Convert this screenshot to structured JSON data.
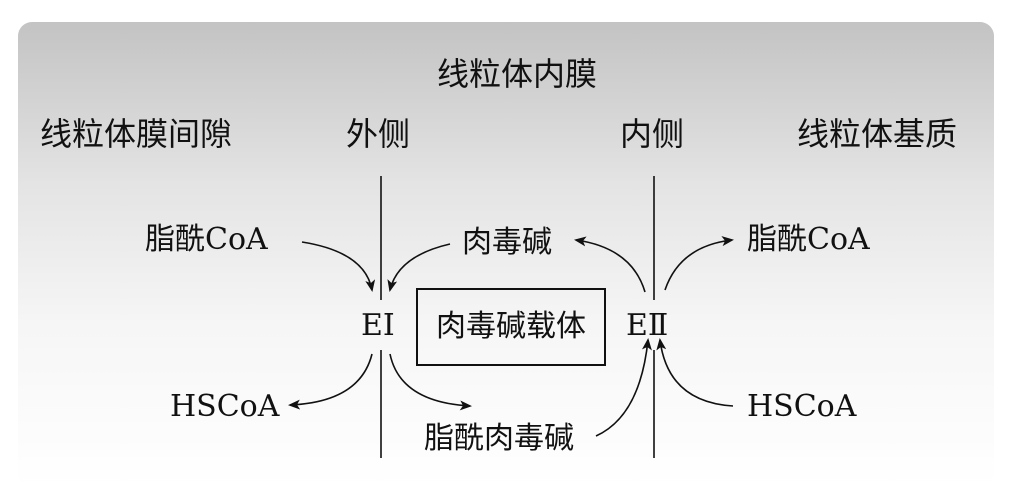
{
  "diagram": {
    "title": "线粒体内膜",
    "left_region": "线粒体膜间隙",
    "right_region": "线粒体基质",
    "outer_side": "外侧",
    "inner_side": "内侧",
    "nodes": {
      "acyl_coa_left": "脂酰CoA",
      "acyl_coa_right": "脂酰CoA",
      "carnitine": "肉毒碱",
      "enzyme_1": "EⅠ",
      "enzyme_2": "EⅡ",
      "carrier": "肉毒碱载体",
      "hscoa_left": "HSCoA",
      "hscoa_right": "HSCoA",
      "acyl_carnitine": "脂酰肉毒碱"
    }
  }
}
